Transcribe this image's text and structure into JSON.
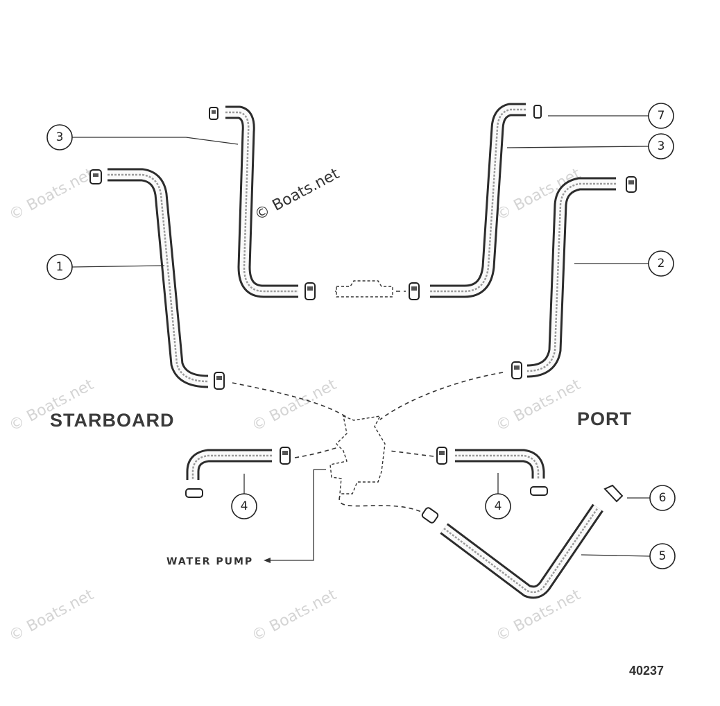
{
  "labels": {
    "starboard": "STARBOARD",
    "port": "PORT",
    "water_pump": "WATER PUMP",
    "figure_number": "40237"
  },
  "callouts": {
    "c1": "1",
    "c2": "2",
    "c3_left": "3",
    "c3_right": "3",
    "c4_left": "4",
    "c4_right": "4",
    "c5": "5",
    "c6": "6",
    "c7": "7"
  },
  "watermark": {
    "main": "© Boats.net",
    "tile": "© Boats.net"
  }
}
